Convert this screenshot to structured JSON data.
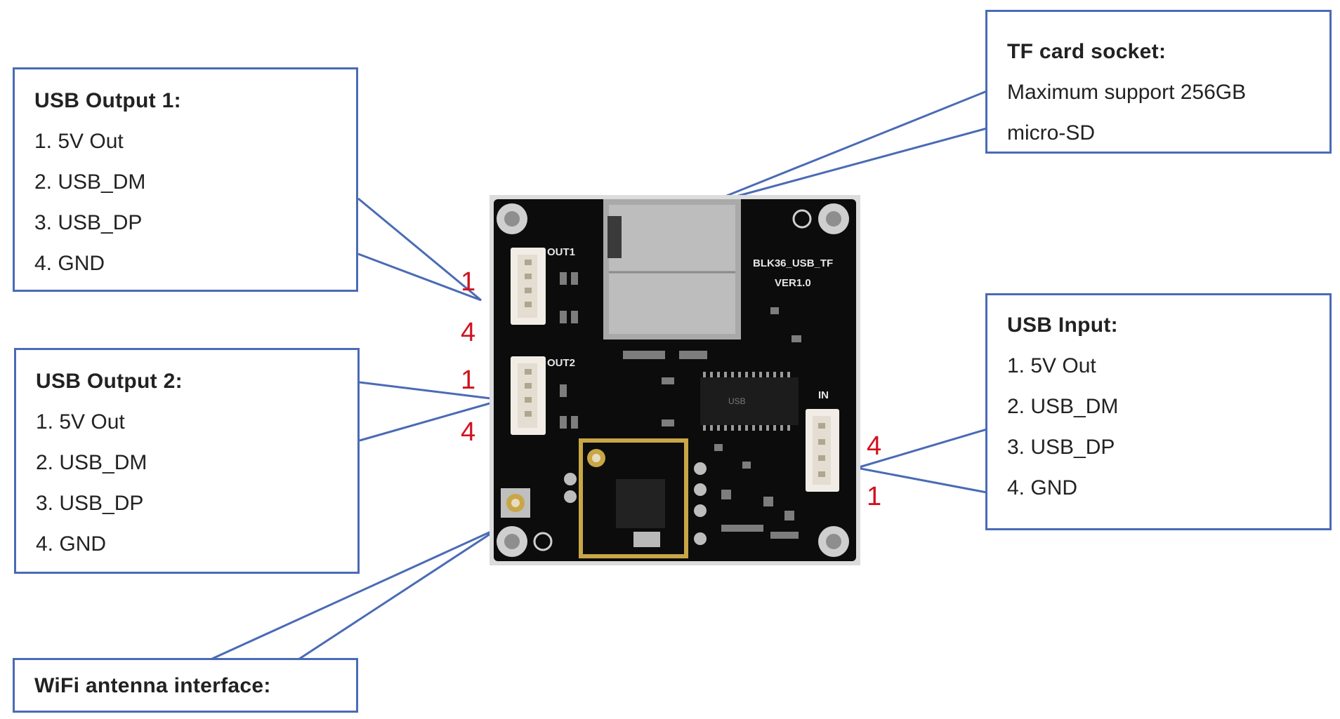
{
  "callouts": {
    "usb_output_1": {
      "title": "USB Output 1:",
      "items": [
        "1. 5V Out",
        "2. USB_DM",
        "3. USB_DP",
        "4. GND"
      ]
    },
    "usb_output_2": {
      "title": "USB Output 2:",
      "items": [
        "1. 5V Out",
        "2. USB_DM",
        "3. USB_DP",
        "4. GND"
      ]
    },
    "tf_card": {
      "title": "TF card socket:",
      "lines": [
        "Maximum support 256GB",
        "micro-SD"
      ]
    },
    "usb_input": {
      "title": "USB Input:",
      "items": [
        "1. 5V Out",
        "2. USB_DM",
        "3. USB_DP",
        "4. GND"
      ]
    },
    "wifi_antenna": {
      "title": "WiFi antenna interface:"
    }
  },
  "pin_labels": {
    "out1_top": "1",
    "out1_bottom": "4",
    "out2_top": "1",
    "out2_bottom": "4",
    "in_top": "4",
    "in_bottom": "1"
  },
  "board": {
    "name": "BLK36_USB_TF",
    "version": "VER1.0",
    "out1_label": "OUT1",
    "out2_label": "OUT2",
    "in_label": "IN",
    "chip_text": "USB",
    "pcb_color": "#0c0c0c",
    "frame_color": "#d9d9d9"
  },
  "colors": {
    "callout_border": "#4a6bb5",
    "pin_number": "#d0121f"
  }
}
